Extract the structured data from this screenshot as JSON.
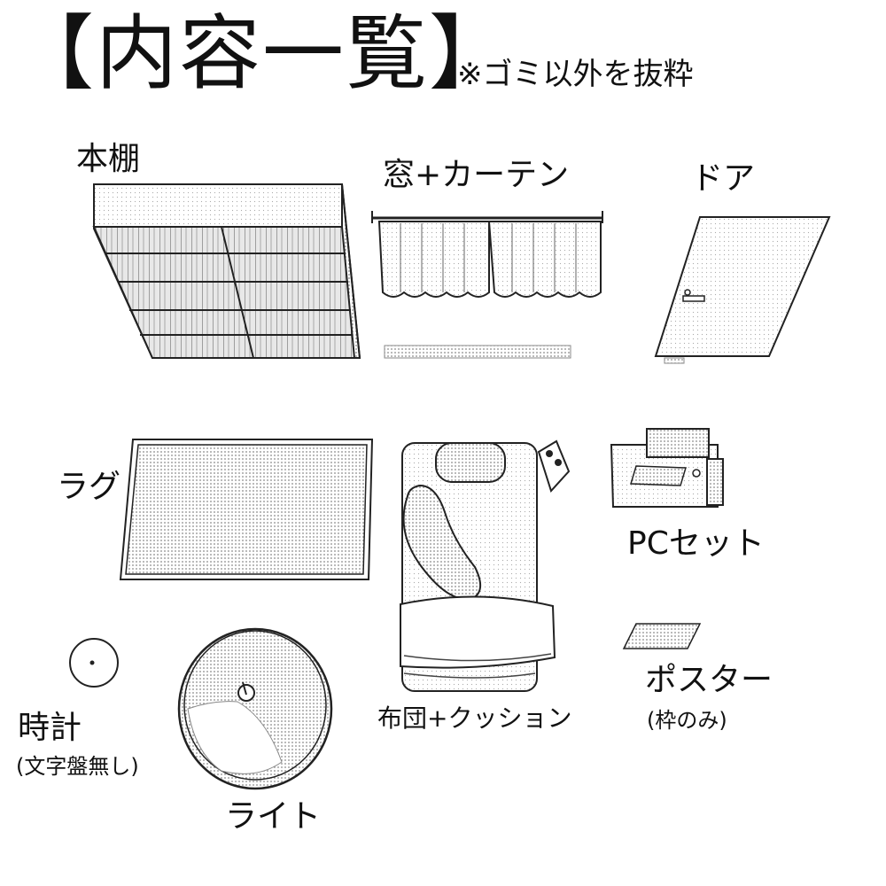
{
  "header": {
    "title": "【内容一覧】",
    "subtitle": "※ゴミ以外を抜粋"
  },
  "items": {
    "bookshelf": "本棚",
    "window_curtain": "窓+カーテン",
    "door": "ドア",
    "rug": "ラグ",
    "futon_cushion": "布団+クッション",
    "pc_set": "PCセット",
    "poster": "ポスター",
    "poster_note": "(枠のみ)",
    "clock": "時計",
    "clock_note": "(文字盤無し)",
    "light": "ライト"
  }
}
